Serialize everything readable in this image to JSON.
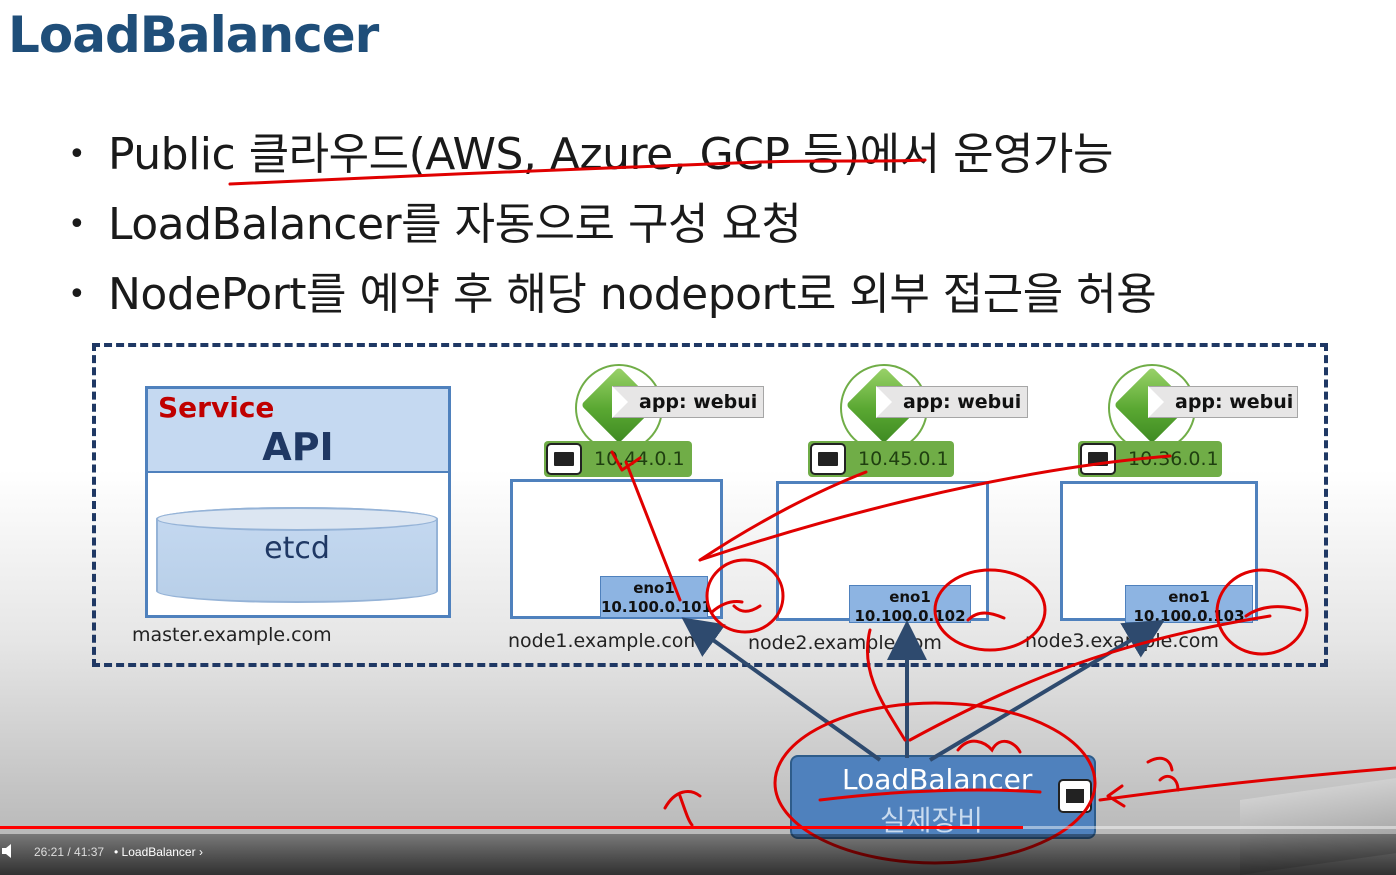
{
  "slide": {
    "title": "LoadBalancer",
    "bullets": [
      "Public 클라우드(AWS, Azure, GCP 등)에서 운영가능",
      "LoadBalancer를 자동으로 구성 요청",
      "NodePort를 예약 후 해당 nodeport로 외부 접근을 허용"
    ]
  },
  "diagram": {
    "master": {
      "service_label": "Service",
      "api_label": "API",
      "etcd_label": "etcd",
      "host": "master.example.com"
    },
    "nodes": [
      {
        "host": "node1.example.com",
        "pod_label": "app: webui",
        "pod_ip": "10.44.0.1",
        "eno_label": "eno1",
        "eno_ip": "10.100.0.101"
      },
      {
        "host": "node2.example.com",
        "pod_label": "app: webui",
        "pod_ip": "10.45.0.1",
        "eno_label": "eno1",
        "eno_ip": "10.100.0.102"
      },
      {
        "host": "node3.example.com",
        "pod_label": "app: webui",
        "pod_ip": "10.36.0.1",
        "eno_label": "eno1",
        "eno_ip": "10.100.0.103"
      }
    ],
    "loadbalancer": {
      "name": "LoadBalancer",
      "sub": "실제장비"
    },
    "colors": {
      "title": "#1f4e79",
      "pod_green": "#70ad47",
      "node_border": "#4f81bd",
      "annotation_red": "#e00000"
    }
  },
  "player": {
    "time": "26:21 / 41:37",
    "chapter": "LoadBalancer",
    "progress": 0.733,
    "volume_icon": "volume-icon",
    "chevron_icon": "chevron-right-icon"
  }
}
